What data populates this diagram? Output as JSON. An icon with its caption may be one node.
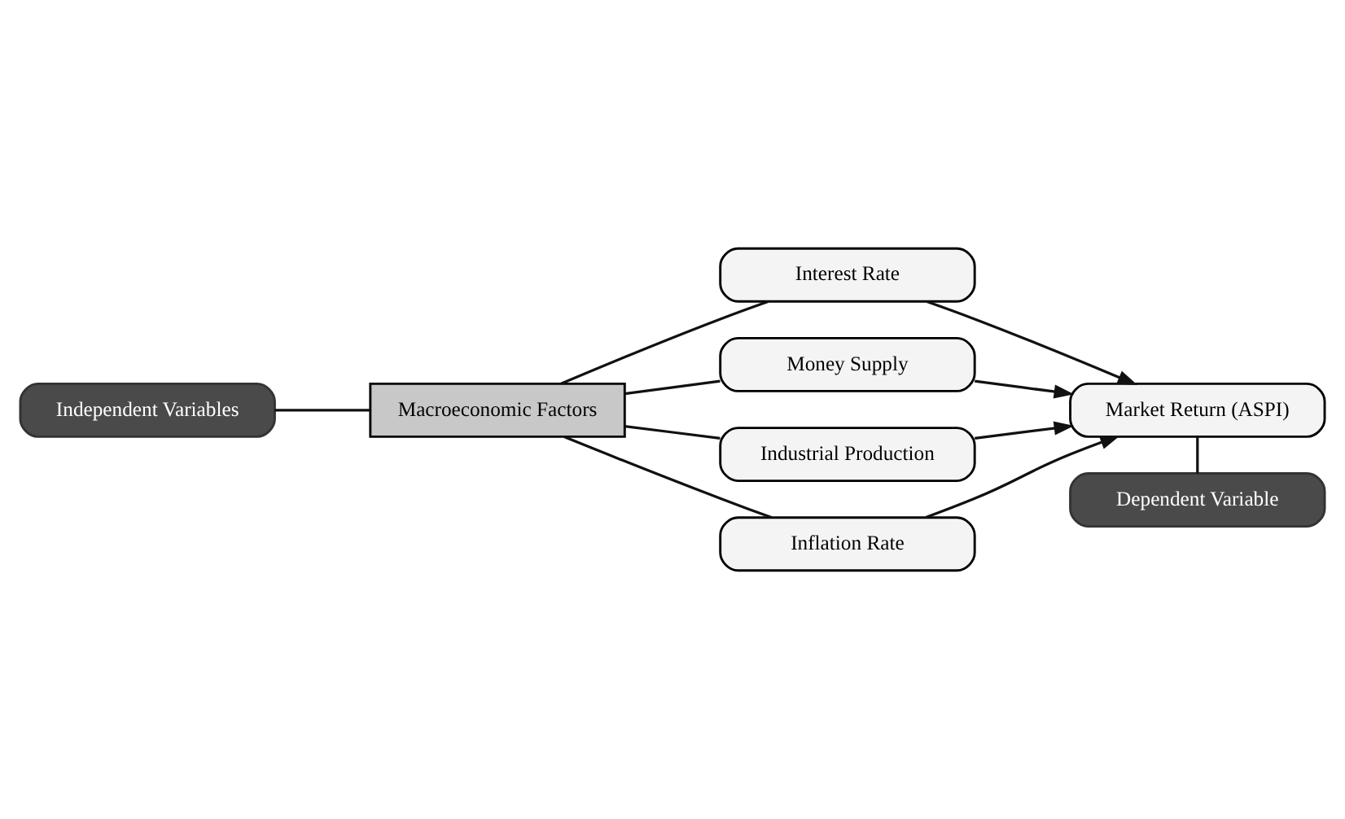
{
  "diagram": {
    "nodes": [
      {
        "text": [
          "Independent Variables"
        ]
      },
      {
        "text": [
          "Dependent Variable"
        ]
      },
      {
        "text": [
          "Macroeconomic Factors"
        ]
      },
      {
        "text": [
          "Interest Rate"
        ]
      },
      {
        "text": [
          "Money Supply"
        ]
      },
      {
        "text": [
          "Industrial Production"
        ]
      },
      {
        "text": [
          "Inflation Rate"
        ]
      },
      {
        "text": [
          "Market Return (ASPI)"
        ]
      }
    ],
    "edges": [
      {
        "from": 0,
        "to": 2,
        "arrow": "none"
      },
      {
        "from": 2,
        "to": 3,
        "arrow": "none"
      },
      {
        "from": 2,
        "to": 4,
        "arrow": "none"
      },
      {
        "from": 2,
        "to": 5,
        "arrow": "none"
      },
      {
        "from": 2,
        "to": 6,
        "arrow": "none"
      },
      {
        "from": 3,
        "to": 7,
        "arrow": "to"
      },
      {
        "from": 4,
        "to": 7,
        "arrow": "to"
      },
      {
        "from": 5,
        "to": 7,
        "arrow": "to"
      },
      {
        "from": 6,
        "to": 7,
        "arrow": "to"
      },
      {
        "from": 1,
        "to": 7,
        "arrow": "none"
      }
    ]
  }
}
